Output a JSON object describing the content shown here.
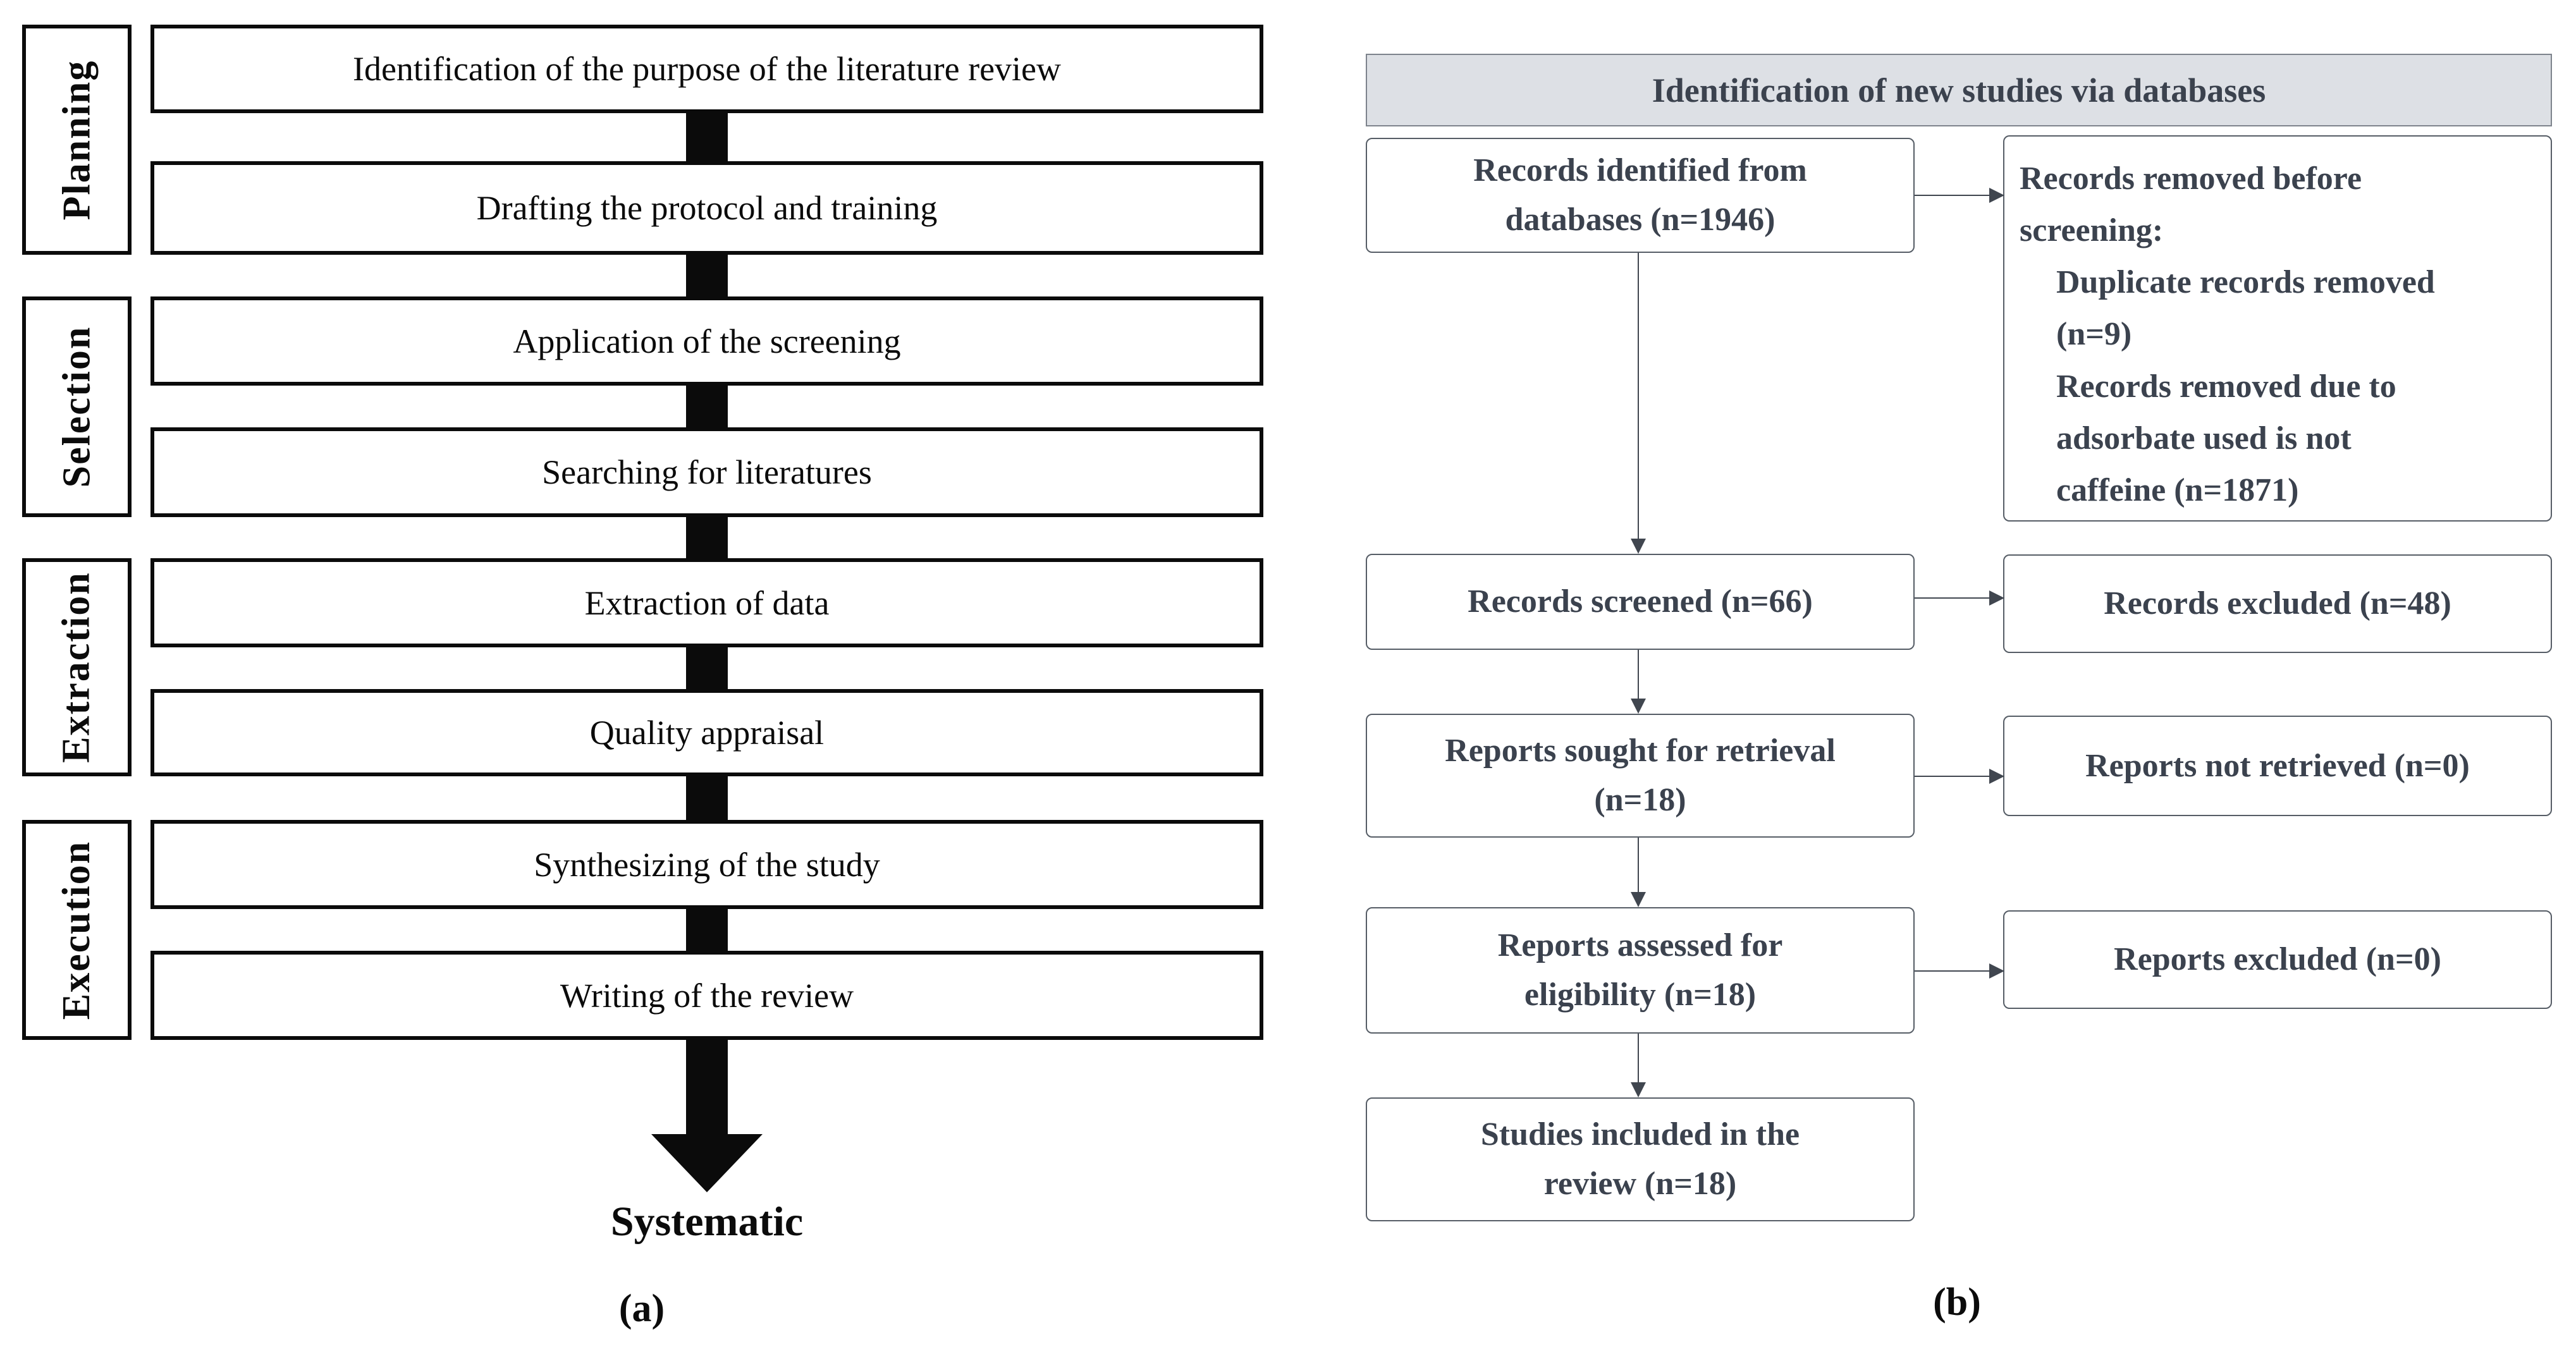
{
  "figure": {
    "caption_a": "(a)",
    "caption_b": "(b)"
  },
  "panel_a": {
    "phases": [
      {
        "label": "Planning"
      },
      {
        "label": "Selection"
      },
      {
        "label": "Extraction"
      },
      {
        "label": "Execution"
      }
    ],
    "steps": [
      {
        "label": "Identification of the purpose of the literature review"
      },
      {
        "label": "Drafting the protocol and training"
      },
      {
        "label": "Application of the screening"
      },
      {
        "label": "Searching for literatures"
      },
      {
        "label": "Extraction of data"
      },
      {
        "label": "Quality appraisal"
      },
      {
        "label": "Synthesizing of the study"
      },
      {
        "label": "Writing of the review"
      }
    ],
    "result_label": "Systematic"
  },
  "panel_b": {
    "header": "Identification of new studies via databases",
    "left_boxes": [
      {
        "text": "Records identified from\ndatabases (n=1946)"
      },
      {
        "text": "Records screened (n=66)"
      },
      {
        "text": "Reports sought for retrieval\n(n=18)"
      },
      {
        "text": "Reports assessed for\neligibility (n=18)"
      },
      {
        "text": "Studies included in the\nreview (n=18)"
      }
    ],
    "removed_before_screening": {
      "title": "Records removed before\nscreening:",
      "items": [
        {
          "text": "Duplicate records removed\n(n=9)"
        },
        {
          "text": "Records removed due to\nadsorbate used is not\ncaffeine (n=1871)"
        }
      ]
    },
    "right_boxes": [
      {
        "text": "Records excluded (n=48)"
      },
      {
        "text": "Reports not retrieved (n=0)"
      },
      {
        "text": "Reports excluded (n=0)"
      }
    ]
  },
  "colors": {
    "panel_a_ink": "#0b0b0b",
    "panel_b_text": "#3b424e",
    "header_background": "#dde0e5",
    "box_border": "#565d66",
    "arrow": "#40464f"
  }
}
